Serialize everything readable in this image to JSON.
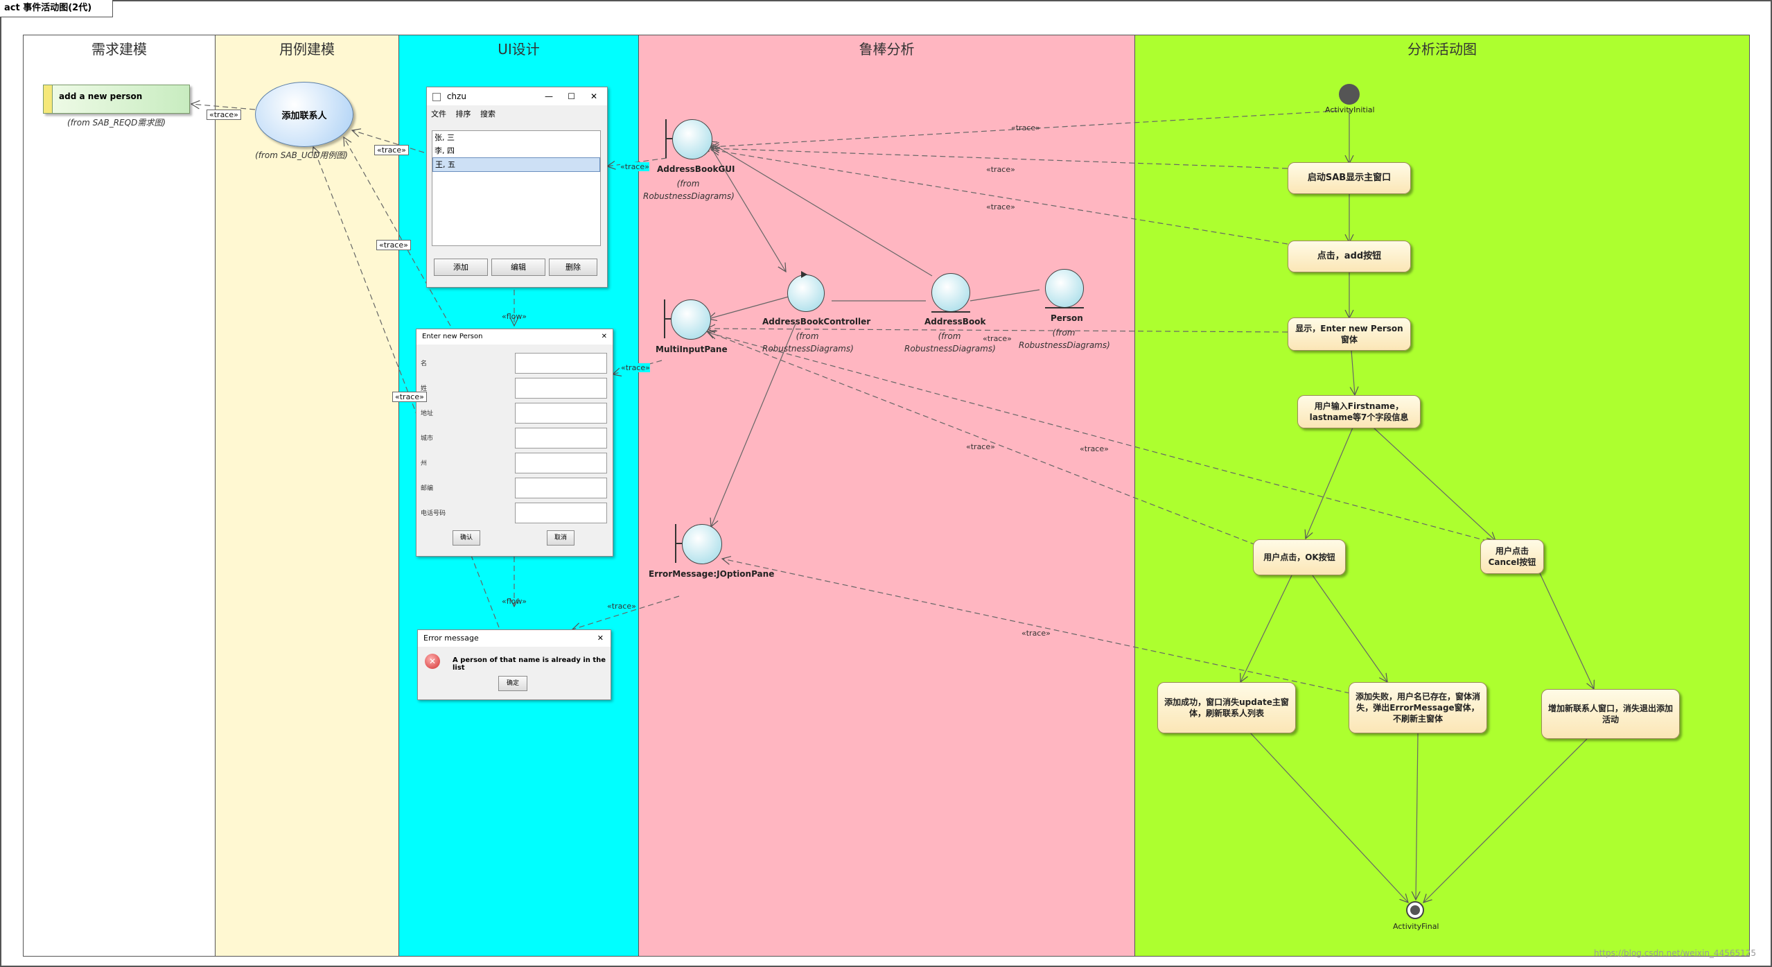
{
  "frame_title": "act 事件活动图(2代)",
  "lanes": {
    "requirements": "需求建模",
    "usecase": "用例建模",
    "ui": "UI设计",
    "robustness": "鲁棒分析",
    "activity": "分析活动图"
  },
  "requirement": {
    "name": "add a new person",
    "from": "(from SAB_REQD需求图)"
  },
  "usecase": {
    "name": "添加联系人",
    "from": "(from SAB_UCD用例图)"
  },
  "main_window": {
    "title": "chzu",
    "menu": [
      "文件",
      "排序",
      "搜索"
    ],
    "list": [
      "张, 三",
      "李, 四",
      "王, 五"
    ],
    "buttons": [
      "添加",
      "编辑",
      "删除"
    ]
  },
  "person_dialog": {
    "title": "Enter new Person",
    "fields": [
      "名",
      "姓",
      "地址",
      "城市",
      "州",
      "邮编",
      "电话号码"
    ],
    "ok": "确认",
    "cancel": "取消"
  },
  "error_dialog": {
    "title": "Error message",
    "message": "A person of that name is already in the list",
    "ok": "确定"
  },
  "robustness": {
    "gui": {
      "name": "AddressBookGUI",
      "from": "(from RobustnessDiagrams)"
    },
    "input": {
      "name": "MultiInputPane"
    },
    "controller": {
      "name": "AddressBookController",
      "from": "(from RobustnessDiagrams)"
    },
    "book": {
      "name": "AddressBook",
      "from": "(from RobustnessDiagrams)"
    },
    "person": {
      "name": "Person",
      "from": "(from RobustnessDiagrams)"
    },
    "error": {
      "name": "ErrorMessage:JOptionPane"
    }
  },
  "activity": {
    "initial": "ActivityInitial",
    "final": "ActivityFinal",
    "a1": "启动SAB显示主窗口",
    "a2": "点击，add按钮",
    "a3": "显示，Enter new Person窗体",
    "a4": "用户输入Firstname，lastname等7个字段信息",
    "a5": "用户点击，OK按钮",
    "a6": "用户点击Cancel按钮",
    "a7": "添加成功，窗口消失update主窗体，刷新联系人列表",
    "a8": "添加失败，用户名已存在，窗体消失，弹出ErrorMessage窗体，不刷新主窗体",
    "a9": "增加新联系人窗口，消失退出添加活动"
  },
  "connectors": {
    "trace": "«trace»",
    "flow": "«flow»"
  },
  "watermark": "https://blog.csdn.net/weixin_44565125",
  "colors": {
    "requirements": "#ffffff",
    "usecase": "#fff8d2",
    "ui": "#00ffff",
    "robustness": "#ffb6c1",
    "activity": "#adff2f"
  }
}
